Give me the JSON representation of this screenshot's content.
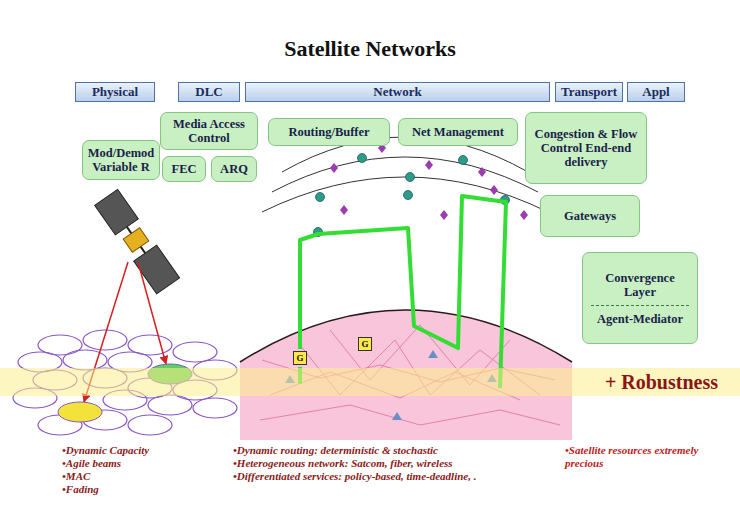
{
  "diagram": {
    "title": "Satellite Networks",
    "nodes": [
      {
        "text": [
          "Physical"
        ]
      },
      {
        "text": [
          "DLC"
        ]
      },
      {
        "text": [
          "Network"
        ]
      },
      {
        "text": [
          "Transport"
        ]
      },
      {
        "text": [
          "Appl"
        ]
      },
      {
        "text": [
          "Media Access Control"
        ]
      },
      {
        "text": [
          "Routing/Buffer"
        ]
      },
      {
        "text": [
          "Net Management"
        ]
      },
      {
        "text": [
          "Congestion & Flow Control End-end delivery"
        ]
      },
      {
        "text": [
          "Mod/Demod Variable R"
        ]
      },
      {
        "text": [
          "FEC"
        ]
      },
      {
        "text": [
          "ARQ"
        ]
      },
      {
        "text": [
          "Gateways"
        ]
      },
      {
        "text": [
          "Convergence Layer",
          "Agent-Mediator"
        ]
      },
      {
        "text": [
          "G"
        ]
      },
      {
        "text": [
          "G"
        ]
      },
      {
        "text": [
          "+ Robustness"
        ]
      }
    ],
    "labels": [
      "•Dynamic Capacity",
      "•Agile beams",
      "•MAC",
      "•Fading",
      "•Dynamic routing: deterministic & stochastic",
      "•Heterogeneous network: Satcom, fiber, wireless",
      "•Differentiated services: policy-based, time-deadline, .",
      "•Satellite resources extremely precious"
    ]
  }
}
